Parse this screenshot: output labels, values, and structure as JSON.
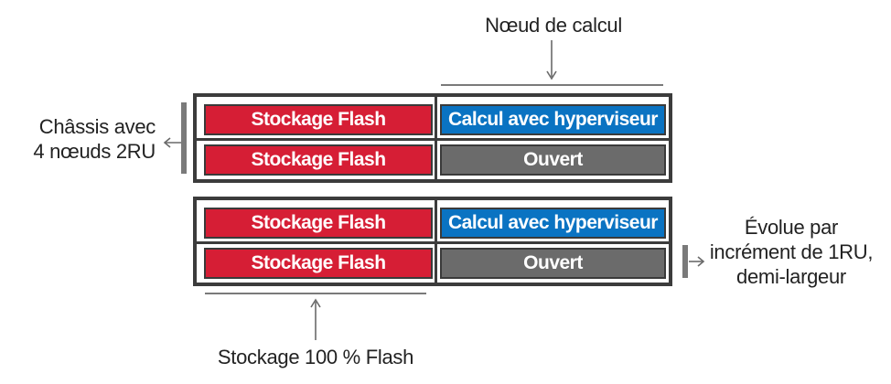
{
  "labels": {
    "compute_node": "Nœud de calcul",
    "chassis_line1": "Châssis avec",
    "chassis_line2": "4 nœuds 2RU",
    "scale_line1": "Évolue par",
    "scale_line2": "incrément de 1RU,",
    "scale_line3": "demi-largeur",
    "all_flash": "Stockage 100 % Flash"
  },
  "chassis": [
    {
      "rows": [
        {
          "left": "Stockage Flash",
          "right": "Calcul avec hyperviseur",
          "right_kind": "compute"
        },
        {
          "left": "Stockage Flash",
          "right": "Ouvert",
          "right_kind": "open"
        }
      ]
    },
    {
      "rows": [
        {
          "left": "Stockage Flash",
          "right": "Calcul avec hyperviseur",
          "right_kind": "compute"
        },
        {
          "left": "Stockage Flash",
          "right": "Ouvert",
          "right_kind": "open"
        }
      ]
    }
  ],
  "colors": {
    "flash": "#d61e35",
    "compute": "#0a73c2",
    "open": "#6b6b6b",
    "frame": "#3c3c3c",
    "bracket": "#7a7a7a"
  },
  "icons": [
    "arrow-down-icon",
    "arrow-left-icon",
    "arrow-right-icon",
    "arrow-up-icon"
  ]
}
